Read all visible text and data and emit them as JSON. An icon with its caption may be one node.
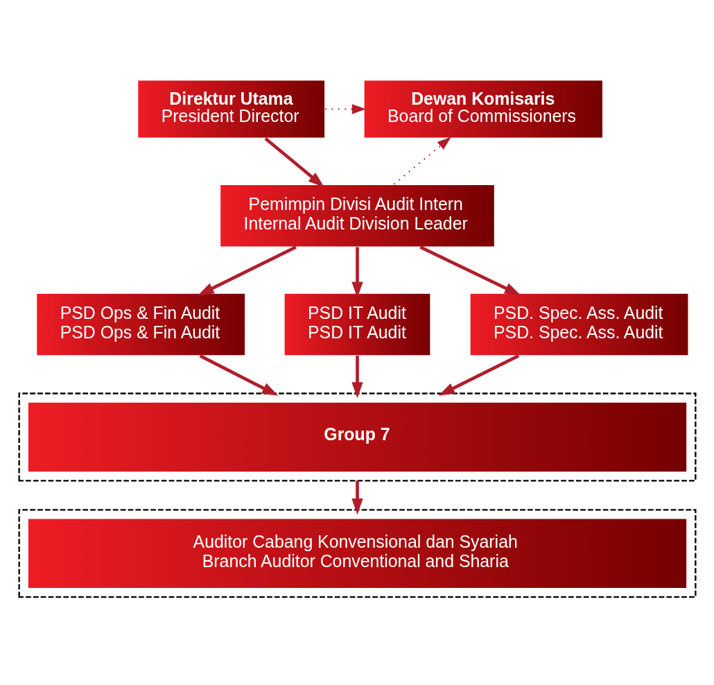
{
  "diagram": {
    "nodes": [
      {
        "text": [
          "Direktur Utama",
          "President Director"
        ]
      },
      {
        "text": [
          "Dewan Komisaris",
          "Board of Commissioners"
        ]
      },
      {
        "text": [
          "Pemimpin Divisi Audit Intern",
          "Internal Audit Division Leader"
        ]
      },
      {
        "text": [
          "PSD Ops & Fin Audit",
          "PSD Ops & Fin Audit"
        ]
      },
      {
        "text": [
          "PSD IT Audit",
          "PSD IT Audit"
        ]
      },
      {
        "text": [
          "PSD. Spec. Ass. Audit",
          "PSD. Spec. Ass. Audit"
        ]
      },
      {
        "text": [],
        "shape": "box"
      },
      {
        "text": [
          "Group 7"
        ],
        "in": 6
      },
      {
        "text": [],
        "shape": "box"
      },
      {
        "text": [
          "Auditor Cabang Konvensional dan Syariah",
          "Branch Auditor Conventional and Sharia"
        ],
        "in": 8
      }
    ],
    "edges": [
      {
        "from": 0,
        "to": 1,
        "arrow": "to",
        "style": "dashed"
      },
      {
        "from": 0,
        "to": 2,
        "arrow": "to"
      },
      {
        "from": 2,
        "to": 1,
        "arrow": "to",
        "style": "dashed"
      },
      {
        "from": 2,
        "to": 3,
        "arrow": "to"
      },
      {
        "from": 2,
        "to": 4,
        "arrow": "to"
      },
      {
        "from": 2,
        "to": 5,
        "arrow": "to"
      },
      {
        "from": 3,
        "to": 6,
        "arrow": "to"
      },
      {
        "from": 4,
        "to": 6,
        "arrow": "to"
      },
      {
        "from": 5,
        "to": 6,
        "arrow": "to"
      },
      {
        "from": 6,
        "to": 8,
        "arrow": "to"
      }
    ]
  }
}
